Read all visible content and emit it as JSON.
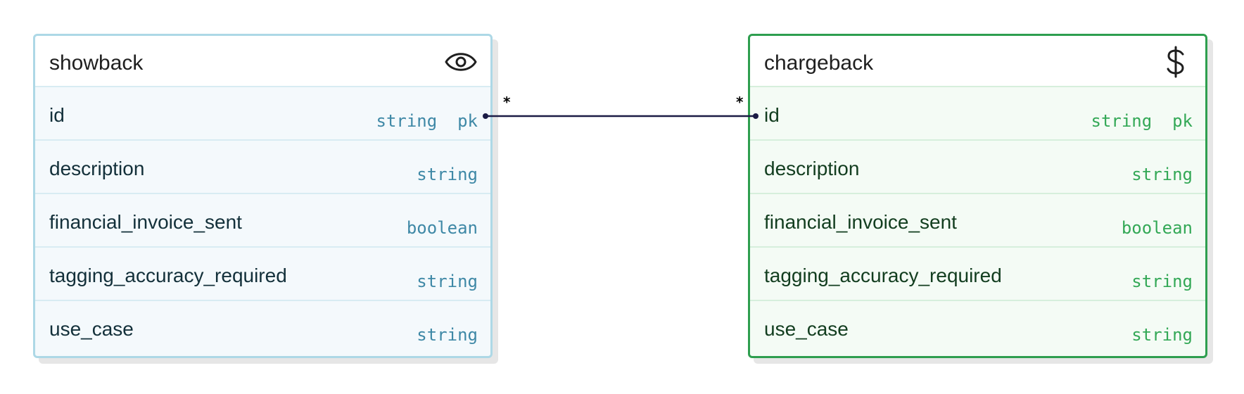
{
  "colors": {
    "showback_border": "#add8e6",
    "showback_type": "#3e88a6",
    "chargeback_border": "#2e9e4f",
    "chargeback_type": "#33a856",
    "relation_line": "#1b1b45"
  },
  "entities": [
    {
      "name": "showback",
      "icon": "eye-icon",
      "fields": [
        {
          "name": "id",
          "type": "string  pk"
        },
        {
          "name": "description",
          "type": "string"
        },
        {
          "name": "financial_invoice_sent",
          "type": "boolean"
        },
        {
          "name": "tagging_accuracy_required",
          "type": "string"
        },
        {
          "name": "use_case",
          "type": "string"
        }
      ]
    },
    {
      "name": "chargeback",
      "icon": "dollar-icon",
      "fields": [
        {
          "name": "id",
          "type": "string  pk"
        },
        {
          "name": "description",
          "type": "string"
        },
        {
          "name": "financial_invoice_sent",
          "type": "boolean"
        },
        {
          "name": "tagging_accuracy_required",
          "type": "string"
        },
        {
          "name": "use_case",
          "type": "string"
        }
      ]
    }
  ],
  "relation": {
    "from_cardinality": "*",
    "to_cardinality": "*"
  }
}
